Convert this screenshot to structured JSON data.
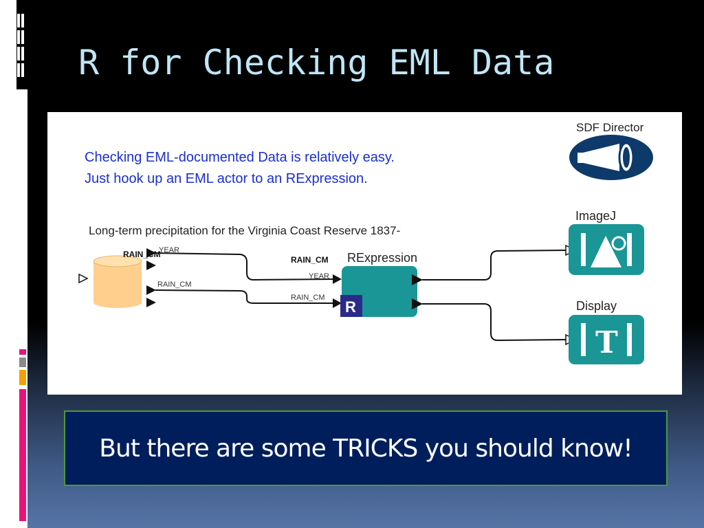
{
  "slide": {
    "title": "R for Checking EML Data",
    "note": "But there are some TRICKS you should know!"
  },
  "diagram": {
    "intro_line_1": "Checking EML-documented Data is relatively easy.",
    "intro_line_2": "Just hook up an EML actor to an RExpression.",
    "director_label": "SDF Director",
    "eml_actor_title": "Long-term precipitation for the Virginia Coast Reserve 1837-",
    "eml_port_overlap_label": "RAIN_CM",
    "eml_port_year": "YEAR",
    "eml_port_rain": "RAIN_CM",
    "rexpr_title": "RExpression",
    "rexpr_port_overlap_label": "RAIN_CM",
    "rexpr_port_year": "YEAR",
    "rexpr_port_rain": "RAIN_CM",
    "r_badge": "R",
    "imagej_label": "ImageJ",
    "display_label": "Display",
    "display_icon_letter": "T"
  },
  "colors": {
    "title": "#bfe6f7",
    "intro_text": "#1a2fd0",
    "actor_teal": "#1a9696",
    "director_navy": "#0d3a6b",
    "cylinder": "#ffcf8e",
    "note_bg": "#011e5c",
    "note_border": "#4c9a3a"
  },
  "icons": [
    "director-megaphone-icon",
    "eml-database-icon",
    "r-badge-icon",
    "imagej-mountain-icon",
    "display-text-icon"
  ]
}
